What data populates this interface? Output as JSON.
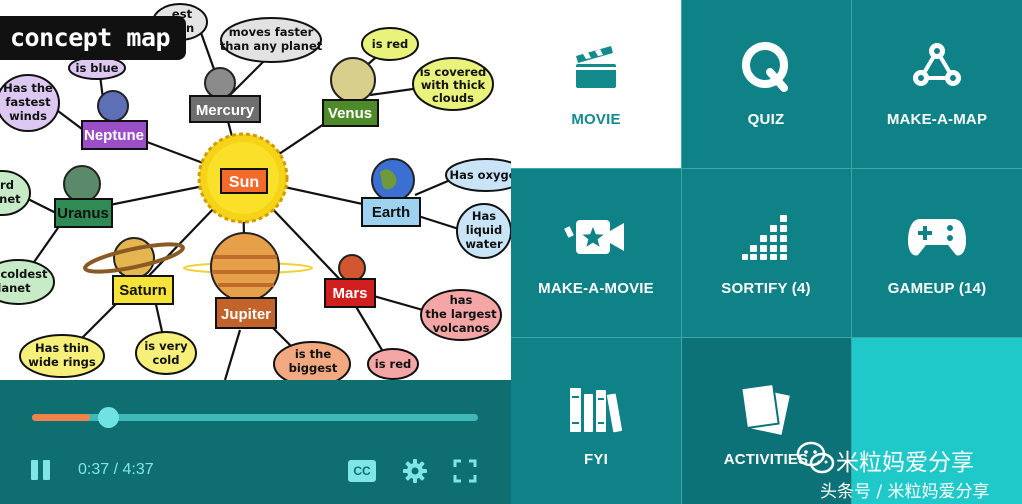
{
  "video": {
    "title": "concept map",
    "concept_map": {
      "center": "Sun",
      "planets": {
        "mercury": "Mercury",
        "venus": "Venus",
        "earth": "Earth",
        "mars": "Mars",
        "jupiter": "Jupiter",
        "saturn": "Saturn",
        "uranus": "Uranus",
        "neptune": "Neptune"
      },
      "facts": {
        "hottest_top": "est",
        "hottest_bottom": "un",
        "mercury_fact_1": "moves faster",
        "mercury_fact_2": "than any planet",
        "venus_red": "is red",
        "venus_clouds_1": "is covered",
        "venus_clouds_2": "with thick",
        "venus_clouds_3": "clouds",
        "earth_oxygen": "Has oxyge",
        "earth_water_1": "Has",
        "earth_water_2": "liquid",
        "earth_water_3": "water",
        "mars_volcano_1": "has",
        "mars_volcano_2": "the largest",
        "mars_volcano_3": "volcanos",
        "mars_red": "is red",
        "jupiter_big_1": "is the",
        "jupiter_big_2": "biggest",
        "saturn_cold_1": "is very",
        "saturn_cold_2": "cold",
        "saturn_rings_1": "Has thin",
        "saturn_rings_2": "wide rings",
        "uranus_coldest_1": "coldest",
        "uranus_coldest_2": "lanet",
        "uranus_third_1": "rd",
        "uranus_third_2": "anet",
        "neptune_blue": "is blue",
        "neptune_winds_1": "Has the",
        "neptune_winds_2": "fastest",
        "neptune_winds_3": "winds"
      }
    },
    "progress": 0.13,
    "time_current": "0:37",
    "time_separator": "/",
    "time_total": "4:37",
    "cc_label": "CC",
    "colors": {
      "played": "#f0834a",
      "track": "#3fb8b8",
      "knob": "#6fe3e3",
      "controls_bg": "#0f6e70"
    }
  },
  "tiles": [
    {
      "label": "MOVIE",
      "icon": "clapperboard-icon",
      "state": "active"
    },
    {
      "label": "QUIZ",
      "icon": "quiz-q-icon",
      "state": "normal"
    },
    {
      "label": "MAKE-A-MAP",
      "icon": "concept-map-icon",
      "state": "normal"
    },
    {
      "label": "MAKE-A-MOVIE",
      "icon": "video-camera-star-icon",
      "state": "normal"
    },
    {
      "label": "SORTIFY (4)",
      "icon": "sortify-dots-icon",
      "state": "normal"
    },
    {
      "label": "GAMEUP (14)",
      "icon": "gamepad-icon",
      "state": "normal"
    },
    {
      "label": "FYI",
      "icon": "books-icon",
      "state": "normal"
    },
    {
      "label": "ACTIVITIES",
      "icon": "activity-cards-icon",
      "state": "normal"
    },
    {
      "label": "",
      "icon": "",
      "state": "accent"
    }
  ],
  "watermark": {
    "line1": "米粒妈爱分享",
    "line2": "头条号 / 米粒妈爱分享",
    "icon": "wechat-icon"
  },
  "colors": {
    "tile": "#0f8288",
    "tile_active_text": "#138a8c",
    "tile_accent": "#1fc9c9"
  }
}
